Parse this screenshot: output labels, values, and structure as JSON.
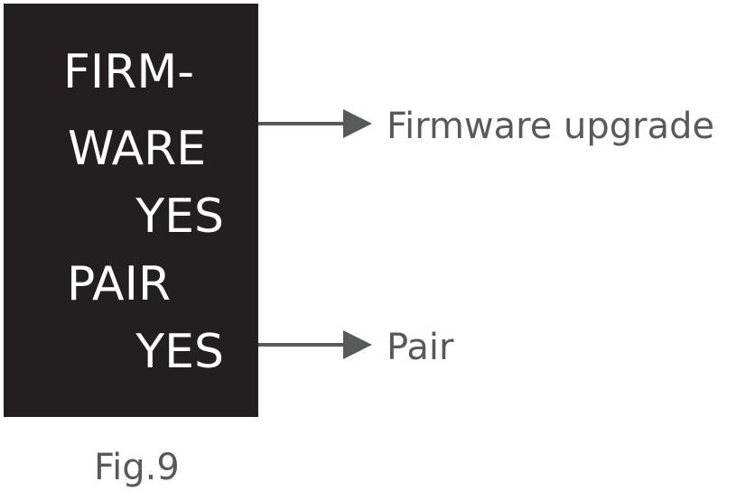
{
  "display": {
    "lines": [
      "FIRM-",
      "WARE",
      "YES",
      "PAIR",
      "YES"
    ],
    "background_color": "#231f20",
    "text_color": "#ffffff"
  },
  "callouts": {
    "firmware": "Firmware upgrade",
    "pair": "Pair",
    "color": "#58595b"
  },
  "caption": "Fig.9"
}
